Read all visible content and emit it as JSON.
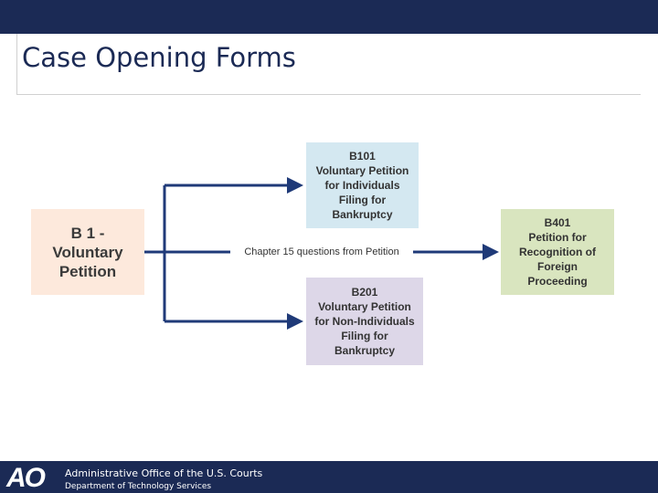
{
  "header": {
    "title": "Case Opening Forms"
  },
  "diagram": {
    "source": {
      "lines": [
        "B 1 -",
        "Voluntary",
        "Petition"
      ]
    },
    "top_target": {
      "lines": [
        "B101",
        "Voluntary Petition",
        "for Individuals",
        "Filing for",
        "Bankruptcy"
      ]
    },
    "bottom_target": {
      "lines": [
        "B201",
        "Voluntary Petition",
        "for Non-Individuals",
        "Filing for",
        "Bankruptcy"
      ]
    },
    "right_target": {
      "lines": [
        "B401",
        "Petition for",
        "Recognition of",
        "Foreign",
        "Proceeding"
      ]
    },
    "connector_label": "Chapter 15 questions from Petition"
  },
  "footer": {
    "logo": "AO",
    "organization": "Administrative Office of the U.S. Courts",
    "department": "Department of Technology Services"
  },
  "colors": {
    "navy": "#1b2a55",
    "arrow": "#1f3a78",
    "source_fill": "#fde9dc",
    "top_fill": "#d4e8f1",
    "bottom_fill": "#ddd7e8",
    "right_fill": "#d9e5bf"
  }
}
